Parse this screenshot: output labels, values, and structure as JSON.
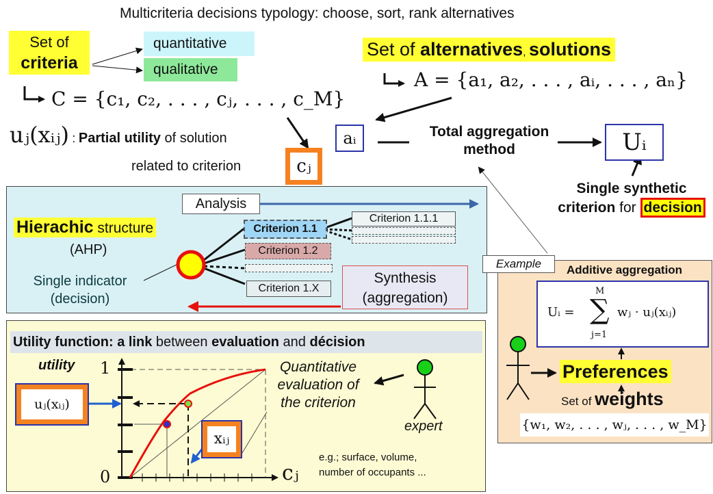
{
  "title": "Multicriteria decisions typology: choose, sort, rank alternatives",
  "criteria": {
    "line1": "Set of",
    "line2": "criteria",
    "quantitative": "quantitative",
    "qualitative": "qualitative",
    "set_formula": "C = {c₁, c₂, . . . , cⱼ, . . . , c_M}"
  },
  "alternatives": {
    "prefix": "Set of ",
    "bold1": "alternatives",
    "sep": ", ",
    "bold2": "solutions",
    "set_formula": "A = {a₁, a₂, . . . , aᵢ, . . . , aₙ}"
  },
  "partial_utility": {
    "symbol": "uⱼ(xᵢⱼ)",
    "colon": ":",
    "bold": "Partial utility",
    "rest": " of solution",
    "line2": "related to criterion",
    "cj": "cⱼ"
  },
  "ai": "aᵢ",
  "total_aggregation": {
    "line1": "Total aggregation",
    "line2": "method"
  },
  "Ui": "Uᵢ",
  "single_synthetic": {
    "line1": "Single synthetic",
    "bold2": "criterion",
    "mid": " for ",
    "decision": "decision"
  },
  "hierarchy": {
    "analysis": "Analysis",
    "title_bold": "Hierachic",
    "title_rest": " structure",
    "ahp": "(AHP)",
    "single_indicator_1": "Single indicator",
    "single_indicator_2": "(decision)",
    "c11": "Criterion 1.1",
    "c111": "Criterion 1.1.1",
    "c12": "Criterion 1.2",
    "c1x": "Criterion 1.X",
    "synthesis_1": "Synthesis",
    "synthesis_2": "(aggregation)"
  },
  "example": "Example",
  "additive": {
    "title": "Additive aggregation",
    "formula_lhs": "Uᵢ =",
    "sum_top": "M",
    "sum_sign": "∑",
    "sum_bottom": "j=1",
    "formula_rhs": "wⱼ · uⱼ(xᵢⱼ)",
    "preferences": "Preferences",
    "weights_prefix": "Set of ",
    "weights_bold": "weights",
    "weights_formula": "{w₁, w₂, . . . , wⱼ, . . . , w_M}"
  },
  "utility": {
    "heading_bold1": "Utility function: a link",
    "heading_mid1": " between ",
    "heading_bold2": "evaluation",
    "heading_mid2": " and ",
    "heading_bold3": "décision",
    "axis_label": "utility",
    "tick_1": "1",
    "tick_0": "0",
    "ujxij": "uⱼ(xᵢⱼ)",
    "xij": "xᵢⱼ",
    "cj": "cⱼ",
    "quant_1": "Quantitative",
    "quant_2": "evaluation of",
    "quant_3": "the criterion",
    "expert": "expert",
    "eg_1": "e.g.; surface, volume,",
    "eg_2": "number of occupants ..."
  },
  "colors": {
    "accent_blue": "#2b33a8",
    "highlight_yellow": "#ffff33",
    "orange": "#f58220",
    "red": "#e8100c",
    "green": "#19d019",
    "analysis_arrow": "#3b66a8"
  }
}
